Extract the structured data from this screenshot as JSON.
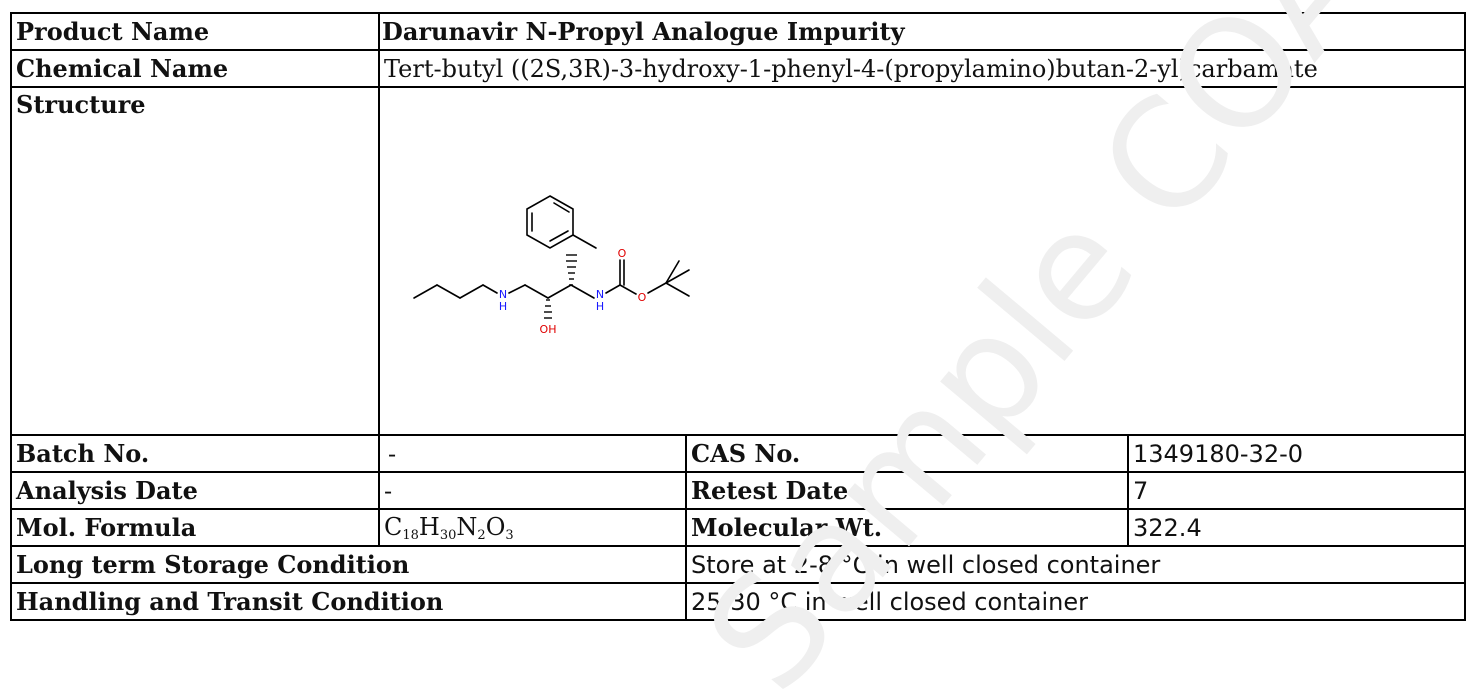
{
  "product": {
    "label": "Product Name",
    "value": "Darunavir N-Propyl Analogue Impurity"
  },
  "chemical": {
    "label": "Chemical Name",
    "value": "Tert-butyl ((2S,3R)-3-hydroxy-1-phenyl-4-(propylamino)butan-2-yl)carbamate"
  },
  "structure": {
    "label": "Structure",
    "atoms": {
      "nh1": "H",
      "n1": "N",
      "oh": "OH",
      "nh2": "H",
      "n2": "N",
      "o_carbonyl": "O",
      "o_ester": "O"
    }
  },
  "batch": {
    "label": "Batch No.",
    "value": "-"
  },
  "cas": {
    "label": "CAS No.",
    "value": "1349180-32-0"
  },
  "analysis": {
    "label": "Analysis Date",
    "value": "-"
  },
  "retest": {
    "label": "Retest Date",
    "value": "7"
  },
  "formula": {
    "label": "Mol. Formula",
    "parts": [
      {
        "el": "C",
        "n": "18"
      },
      {
        "el": "H",
        "n": "30"
      },
      {
        "el": "N",
        "n": "2"
      },
      {
        "el": "O",
        "n": "3"
      }
    ]
  },
  "mw": {
    "label": "Molecular Wt.",
    "value": "322.4"
  },
  "storage": {
    "label": "Long term Storage Condition",
    "value": "Store at 2-8 °C in well closed container"
  },
  "handling": {
    "label": "Handling and Transit Condition",
    "value": "25-30 °C in well closed container"
  },
  "watermark": {
    "text": "Sample COA"
  },
  "colors": {
    "border": "#000000",
    "nitrogen": "#1a1aff",
    "oxygen": "#e00000",
    "watermark": "#f1f1f1"
  }
}
